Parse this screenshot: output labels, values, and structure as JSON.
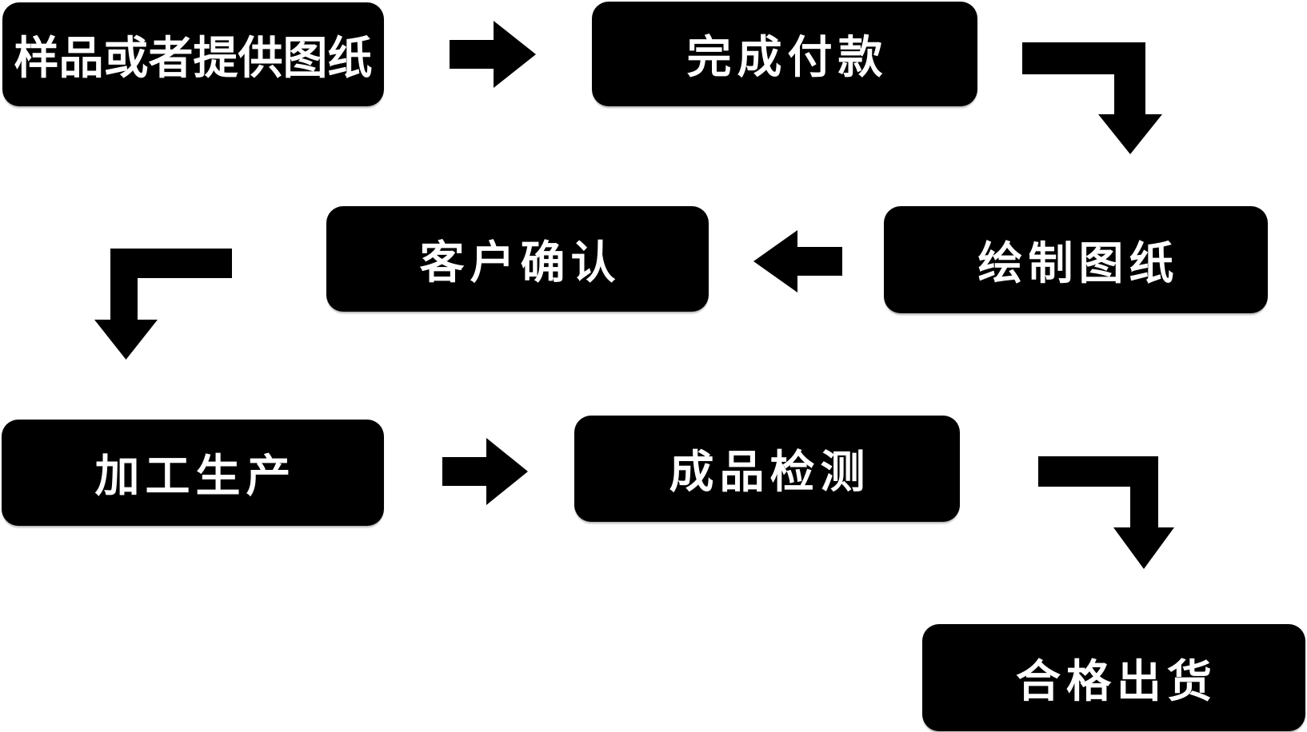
{
  "diagram": {
    "type": "flowchart",
    "colors": {
      "canvas_bg": "#ffffff",
      "node_bg": "#000000",
      "node_text": "#ffffff",
      "arrow": "#000000"
    },
    "nodes": [
      {
        "id": "sample-or-drawing",
        "label": "样品或者提供图纸"
      },
      {
        "id": "complete-payment",
        "label": "完成付款"
      },
      {
        "id": "customer-confirmation",
        "label": "客户确认"
      },
      {
        "id": "draw-drawing",
        "label": "绘制图纸"
      },
      {
        "id": "processing-production",
        "label": "加工生产"
      },
      {
        "id": "product-inspection",
        "label": "成品检测"
      },
      {
        "id": "qualified-shipment",
        "label": "合格出货"
      }
    ],
    "edges": [
      {
        "from": "样品或者提供图纸",
        "to": "完成付款",
        "arrow": "right"
      },
      {
        "from": "完成付款",
        "to": "绘制图纸",
        "arrow": "elbow-down-right"
      },
      {
        "from": "绘制图纸",
        "to": "客户确认",
        "arrow": "left"
      },
      {
        "from": "客户确认",
        "to": "加工生产",
        "arrow": "elbow-down-left"
      },
      {
        "from": "加工生产",
        "to": "成品检测",
        "arrow": "right"
      },
      {
        "from": "成品检测",
        "to": "合格出货",
        "arrow": "elbow-down-right"
      }
    ]
  }
}
